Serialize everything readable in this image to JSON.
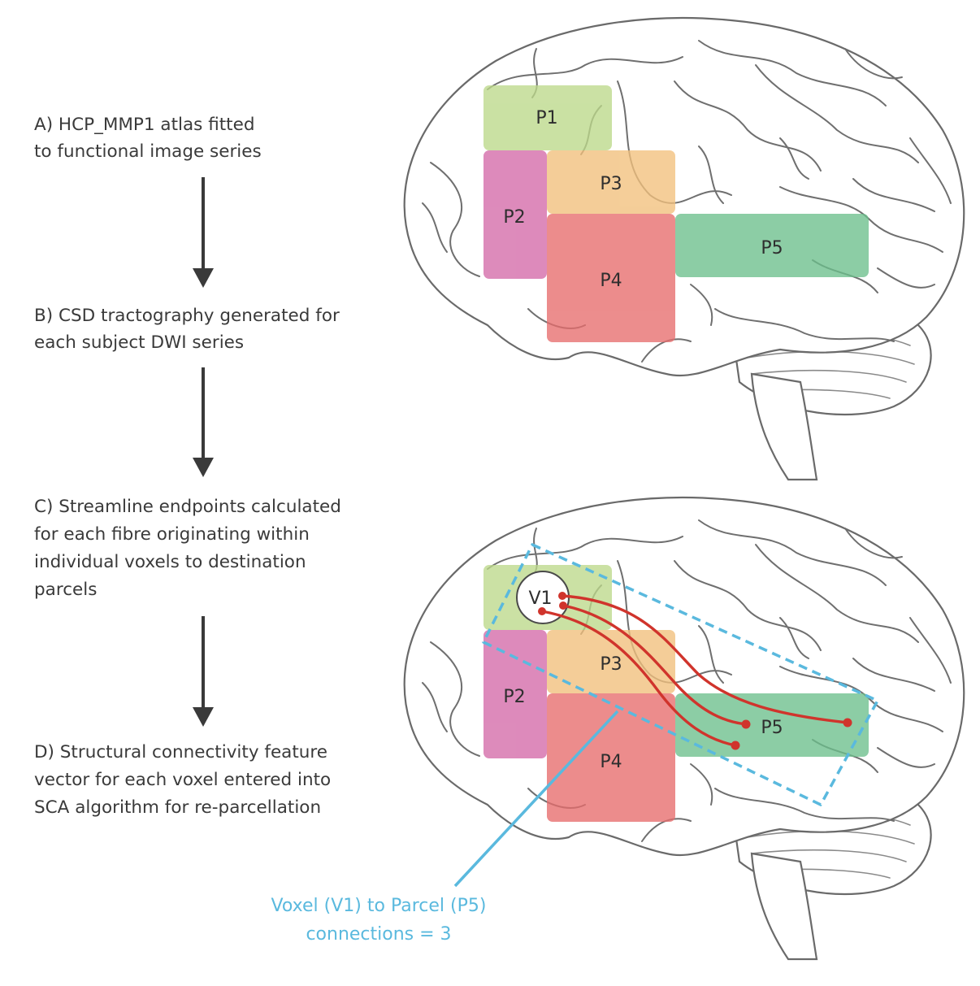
{
  "steps": {
    "a": [
      "A) HCP_MMP1 atlas fitted",
      "to functional image series"
    ],
    "b": [
      "B) CSD tractography generated for",
      "each subject DWI series"
    ],
    "c": [
      "C) Streamline endpoints calculated",
      "for each fibre originating within",
      "individual voxels to destination",
      "parcels"
    ],
    "d": [
      "D) Structural connectivity feature",
      "vector for each voxel entered into",
      "SCA algorithm for re-parcellation"
    ]
  },
  "parcels": {
    "p1": {
      "label": "P1",
      "color": "#bcd98a"
    },
    "p2": {
      "label": "P2",
      "color": "#d46aa8"
    },
    "p3": {
      "label": "P3",
      "color": "#f2c07c"
    },
    "p4": {
      "label": "P4",
      "color": "#e76d6d"
    },
    "p5": {
      "label": "P5",
      "color": "#6cbf8c"
    }
  },
  "voxel": {
    "label": "V1"
  },
  "callout": [
    "Voxel (V1) to Parcel (P5)",
    "connections = 3"
  ],
  "colors": {
    "fiber": "#d0342c",
    "callout": "#5ab9de",
    "arrow": "#3a3a3a"
  }
}
